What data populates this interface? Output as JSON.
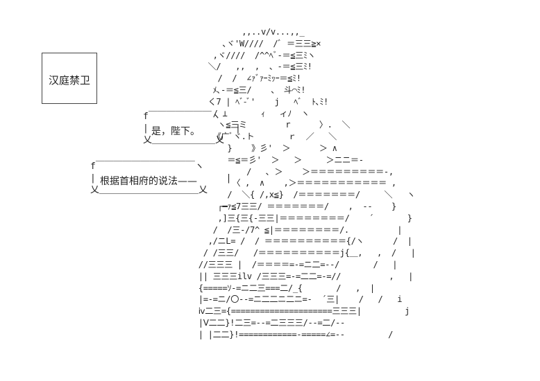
{
  "title_box": {
    "text": "汉庭禁卫"
  },
  "dialogue": [
    {
      "speaker": "guard",
      "text": "是，陛下。"
    },
    {
      "speaker": "guard",
      "text": "根据首相府的说法——"
    }
  ],
  "ascii_art": {
    "subject": "guard-figure",
    "lines": [
      "             ,,..v/v...,,_",
      "         ､ヾ'W////  /ﾞ ＝三三≧×",
      "       ,ヾ////  /^^ﾍﾞ-＝≦三ﾐヽ",
      "      ＼/   ,,  ,  、-＝≦三ﾐ!",
      "        /  /  ∠ｧﾞｧｰﾐｯｰ＝≦ﾐ!",
      "       ﾒ､-＝≦三/    、 斗⌒ﾐ!",
      "      く7 | ﾍﾞ-ﾞ'    j   ﾍﾞ  ﾄ､ﾐ!",
      "       / ⊥       ｨ   ィﾉ  ヽ",
      "        ヽ≦三ミ        r      〉.  ＼",
      "       《广ﾞヾ.ト       ｒ  ／   ＼",
      "          }    》彡'  ＞      ＞ ∧",
      "          ＝≦＝彡'  ＞   ＞     ＞ニニ＝-",
      "              /   ､ ＞    ＞＝＝＝＝＝＝＝＝＝-,",
      "           〈 ,  ∧    ,＞＝＝＝＝＝＝＝＝＝＝＝ ,",
      "          /  ＼{ /,x≦}  /＝＝＝＝＝＝＝/     ＼   ヽ",
      "        ┌━ｧ≦7三三/ ＝＝＝＝＝＝＝/    ,  --    }",
      "        ,]三{三{-三三|＝＝＝＝＝＝＝＝/    ´       }",
      "       /  /三-/7^ ≦|＝＝＝＝＝＝＝＝/.          |",
      "      ,/ニL= /  / ＝＝＝＝＝＝＝＝＝＝{/ヽ      /  |",
      "     / /三三/   /＝＝＝＝＝＝＝＝＝＝j{＿,   ,  /   |",
      "    //三三三 |  /＝＝＝＝=-=ニ二=--/       /   |",
      "    || 三三三ilv /三三三=-=二二=-=//          ,   |",
      "    {=====ｿ-=ニ二三===二/_{       /   ,  |",
      "    |=-=ニ/〇--=ニ二二ニ二ニ=-  ´三|    /   /   i",
      "    ⅳ二三={=====================三三三|         j",
      "    |Ⅴ二二}!二三=--=二三三三/--=二/--",
      "    | |二二}!============-=====∠=--         /"
    ]
  }
}
